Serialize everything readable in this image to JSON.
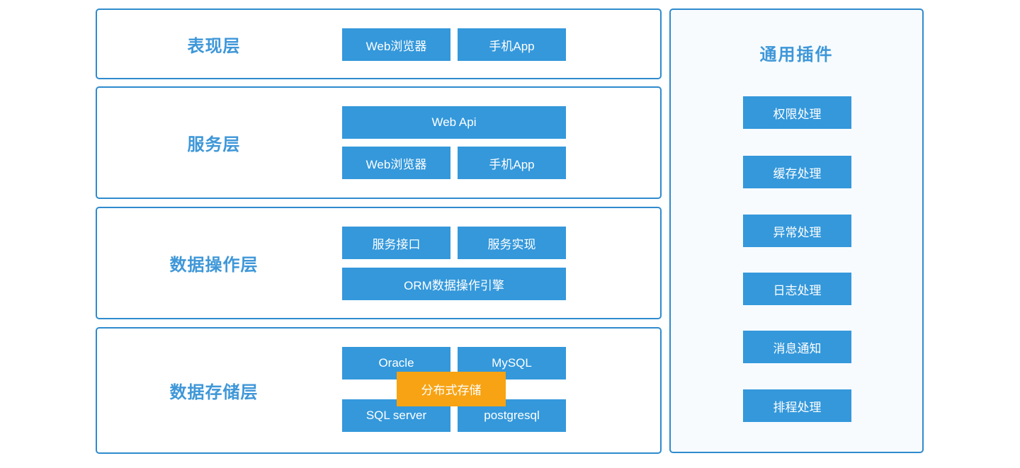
{
  "colors": {
    "block_blue": "#3498db",
    "border_blue": "#2f8bcd",
    "label_blue": "#3e97d8",
    "badge_orange": "#f7a313",
    "panel_background": "#f7fbfe",
    "block_text": "#ffffff"
  },
  "layers": [
    {
      "label": "表现层",
      "buttons": [
        "Web浏览器",
        "手机App"
      ]
    },
    {
      "label": "服务层",
      "buttons": [
        "Web Api",
        "Web浏览器",
        "手机App"
      ]
    },
    {
      "label": "数据操作层",
      "buttons": [
        "服务接口",
        "服务实现",
        "ORM数据操作引擎"
      ]
    },
    {
      "label": "数据存储层",
      "buttons": [
        "Oracle",
        "MySQL",
        "SQL server",
        "postgresql"
      ],
      "overlay": "分布式存储"
    }
  ],
  "plugins": {
    "title": "通用插件",
    "items": [
      "权限处理",
      "缓存处理",
      "异常处理",
      "日志处理",
      "消息通知",
      "排程处理"
    ]
  }
}
